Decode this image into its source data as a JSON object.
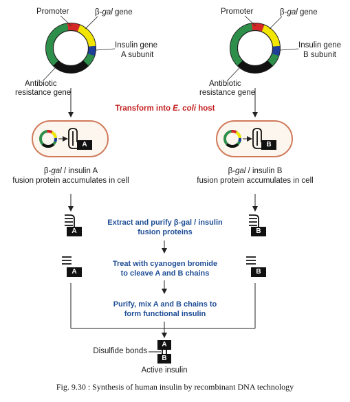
{
  "labels": {
    "promoter": "Promoter",
    "beta_gal_gene_prefix": "β-",
    "beta_gal_gene_italic": "gal",
    "beta_gal_gene_suffix": " gene",
    "insulin_gene": "Insulin gene",
    "subunit_a": "A subunit",
    "subunit_b": "B subunit",
    "antibiotic_line1": "Antibiotic",
    "antibiotic_line2": "resistance gene",
    "transform_prefix": "Transform into ",
    "transform_italic": "E. coli",
    "transform_suffix": " host",
    "fusion_a_line1_prefix": "β-",
    "fusion_a_line1_italic": "gal",
    "fusion_a_line1_suffix": " / insulin A",
    "fusion_b_line1_suffix": " / insulin B",
    "fusion_line2": "fusion protein accumulates in cell",
    "chain_a": "A",
    "chain_b": "B",
    "disulfide": "Disulfide bonds",
    "active_insulin": "Active insulin"
  },
  "steps": {
    "extract_line1": "Extract and purify β-gal / insulin",
    "extract_line2": "fusion proteins",
    "treat_line1": "Treat with cyanogen bromide",
    "treat_line2": "to cleave A and B chains",
    "purify_line1": "Purify, mix A and B chains to",
    "purify_line2": "form functional insulin"
  },
  "caption": "Fig. 9.30 : Synthesis of human insulin by recombinant DNA technology",
  "colors": {
    "promoter": "#d42828",
    "beta_gal": "#f2e600",
    "insulin_gene": "#1e3e9a",
    "antibiotic": "#111111",
    "plasmid_backbone": "#2e8f4a",
    "cell_border": "#d07a5a",
    "step_text": "#1f4e96",
    "transform_text": "#c42020"
  }
}
